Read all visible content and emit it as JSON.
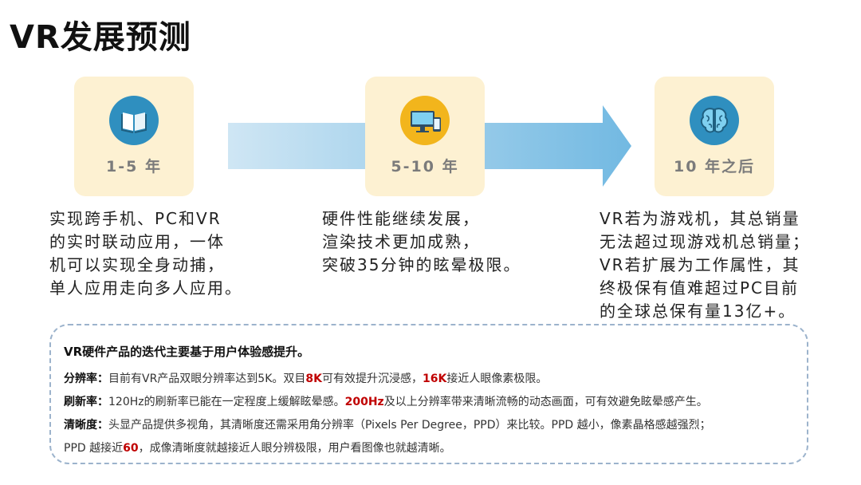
{
  "title": "VR发展预测",
  "colors": {
    "stage_bg": "#fdf1d2",
    "arrow": "#7fc0e4",
    "highlight": "#c00000",
    "box_border": "#9cb3cc"
  },
  "stages": [
    {
      "label": "1-5 年",
      "icon": "book-icon",
      "desc": "实现跨手机、PC和VR\n的实时联动应用，一体\n机可以实现全身动捕，\n单人应用走向多人应用。"
    },
    {
      "label": "5-10 年",
      "icon": "computer-phone-icon",
      "desc": "硬件性能继续发展，\n渲染技术更加成熟，\n突破35分钟的眩晕极限。"
    },
    {
      "label": "10 年之后",
      "icon": "brain-icon",
      "desc": "VR若为游戏机，其总销量\n无法超过现游戏机总销量；\nVR若扩展为工作属性，其\n终极保有值难超过PC目前\n的全球总保有量13亿+。"
    }
  ],
  "box": {
    "heading": "VR硬件产品的迭代主要基于用户体验感提升。",
    "resolution": {
      "label": "分辨率：",
      "t1": "目前有VR产品双眼分辨率达到5K。双目",
      "h1": "8K",
      "t2": "可有效提升沉浸感，",
      "h2": "16K",
      "t3": "接近人眼像素极限。"
    },
    "refresh": {
      "label": "刷新率：",
      "t1": "120Hz的刷新率已能在一定程度上缓解眩晕感。",
      "h1": "200Hz",
      "t2": "及以上分辨率带来清晰流畅的动态画面，可有效避免眩晕感产生。"
    },
    "clarity": {
      "label": "清晰度：",
      "t1": "头显产品提供多视角，其清晰度还需采用角分辨率（Pixels Per Degree，PPD）来比较。PPD 越小，像素晶格感越强烈；"
    },
    "clarity2": {
      "t1": "PPD 越接近",
      "h1": "60",
      "t2": "，成像清晰度就越接近人眼分辨极限，用户看图像也就越清晰。"
    }
  }
}
